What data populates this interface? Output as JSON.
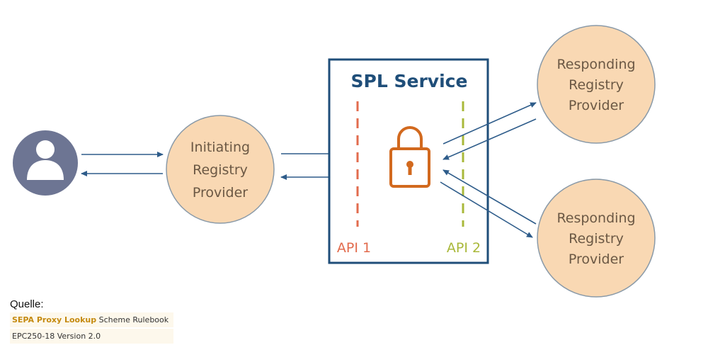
{
  "diagram": {
    "user": {
      "icon": "user-icon"
    },
    "initiating": {
      "lines": [
        "Initiating",
        "Registry",
        "Provider"
      ]
    },
    "service": {
      "title": "SPL Service",
      "api1": "API 1",
      "api2": "API 2",
      "icon": "lock-icon"
    },
    "responding_top": {
      "lines": [
        "Responding",
        "Registry",
        "Provider"
      ]
    },
    "responding_bottom": {
      "lines": [
        "Responding",
        "Registry",
        "Provider"
      ]
    },
    "colors": {
      "node_fill": "#f9d8b3",
      "node_stroke": "#8a9aa8",
      "service_border": "#1f4e79",
      "arrow": "#2e5c8a",
      "api1_line": "#e26b4d",
      "api2_line": "#a9b83a",
      "lock": "#d2691e",
      "user_bg": "#6d7593"
    }
  },
  "source": {
    "label": "Quelle:",
    "title_highlight": "SEPA Proxy Lookup",
    "title_rest": " Scheme Rulebook",
    "version": "EPC250-18 Version 2.0"
  }
}
